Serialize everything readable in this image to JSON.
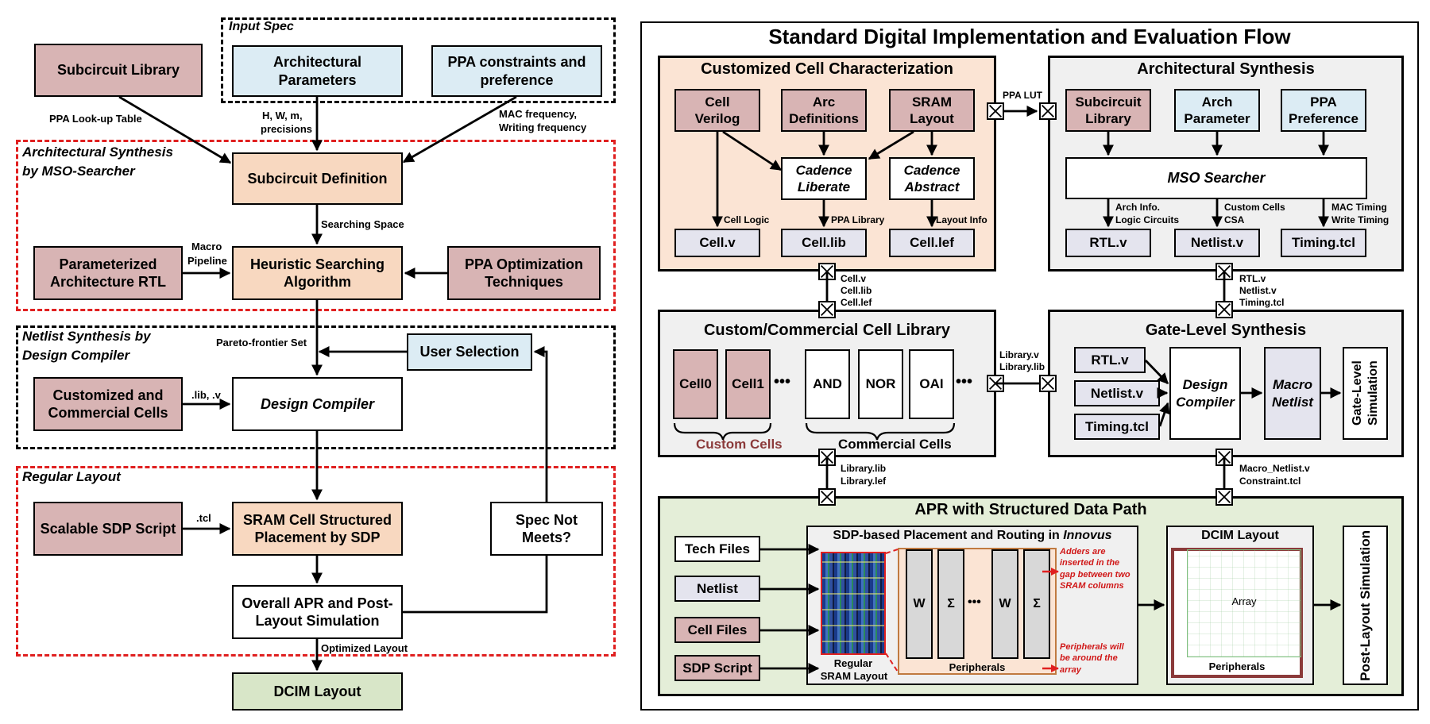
{
  "left": {
    "input_spec_title": "Input Spec",
    "arch_synth_title_1": "Architectural Synthesis",
    "arch_synth_title_2": "by MSO-Searcher",
    "netlist_title_1": "Netlist Synthesis by",
    "netlist_title_2": "Design Compiler",
    "regular_layout_title": "Regular Layout",
    "subcircuit_library": "Subcircuit Library",
    "arch_params_1": "Architectural",
    "arch_params_2": "Parameters",
    "ppa_constraints_1": "PPA constraints and",
    "ppa_constraints_2": "preference",
    "lbl_ppa_lut": "PPA Look-up Table",
    "lbl_hwm_1": "H, W, m,",
    "lbl_hwm_2": "precisions",
    "lbl_mac_1": "MAC frequency,",
    "lbl_mac_2": "Writing frequency",
    "subcircuit_definition": "Subcircuit Definition",
    "lbl_searching_space": "Searching Space",
    "param_arch_rtl_1": "Parameterized",
    "param_arch_rtl_2": "Architecture RTL",
    "lbl_macro_1": "Macro",
    "lbl_macro_2": "Pipeline",
    "heuristic_1": "Heuristic Searching",
    "heuristic_2": "Algorithm",
    "ppa_opt_1": "PPA Optimization",
    "ppa_opt_2": "Techniques",
    "lbl_pareto": "Pareto-frontier Set",
    "user_selection": "User Selection",
    "custom_commercial_1": "Customized and",
    "custom_commercial_2": "Commercial Cells",
    "lbl_lib_v": ".lib, .v",
    "design_compiler": "Design Compiler",
    "scalable_sdp": "Scalable SDP Script",
    "lbl_tcl": ".tcl",
    "sram_placement_1": "SRAM Cell Structured",
    "sram_placement_2": "Placement by SDP",
    "spec_not_1": "Spec Not",
    "spec_not_2": "Meets?",
    "overall_apr_1": "Overall APR and Post-",
    "overall_apr_2": "Layout Simulation",
    "lbl_optimized": "Optimized Layout",
    "dcim_layout": "DCIM Layout"
  },
  "right": {
    "title": "Standard Digital Implementation and Evaluation Flow",
    "ccc_title": "Customized Cell Characterization",
    "cell_verilog_1": "Cell",
    "cell_verilog_2": "Verilog",
    "arc_def_1": "Arc",
    "arc_def_2": "Definitions",
    "sram_layout_1": "SRAM",
    "sram_layout_2": "Layout",
    "cad_lib_1": "Cadence",
    "cad_lib_2": "Liberate",
    "cad_abs_1": "Cadence",
    "cad_abs_2": "Abstract",
    "lbl_cell_logic": "Cell Logic",
    "lbl_ppa_library": "PPA Library",
    "lbl_layout_info": "Layout Info",
    "cell_v": "Cell.v",
    "cell_lib": "Cell.lib",
    "cell_lef": "Cell.lef",
    "lbl_ppa_lut": "PPA LUT",
    "as_title": "Architectural Synthesis",
    "as_subcircuit_1": "Subcircuit",
    "as_subcircuit_2": "Library",
    "as_arch_1": "Arch",
    "as_arch_2": "Parameter",
    "as_ppa_1": "PPA",
    "as_ppa_2": "Preference",
    "mso_searcher": "MSO Searcher",
    "lbl_arch_info_1": "Arch Info.",
    "lbl_arch_info_2": "Logic Circuits",
    "lbl_custom_cells_1": "Custom Cells",
    "lbl_custom_cells_2": "CSA",
    "lbl_mac_timing_1": "MAC Timing",
    "lbl_mac_timing_2": "Write Timing",
    "rtl_v": "RTL.v",
    "netlist_v": "Netlist.v",
    "timing_tcl": "Timing.tcl",
    "lbl_cell_files_1": "Cell.v",
    "lbl_cell_files_2": "Cell.lib",
    "lbl_cell_files_3": "Cell.lef",
    "lbl_rtl_files_1": "RTL.v",
    "lbl_rtl_files_2": "Netlist.v",
    "lbl_rtl_files_3": "Timing.tcl",
    "ccl_title": "Custom/Commercial Cell Library",
    "cell0": "Cell0",
    "cell1": "Cell1",
    "dots": "•••",
    "and": "AND",
    "nor": "NOR",
    "oai": "OAI",
    "custom_cells": "Custom Cells",
    "commercial_cells": "Commercial Cells",
    "lbl_library_1": "Library.v",
    "lbl_library_2": "Library.lib",
    "gls_title": "Gate-Level Synthesis",
    "gls_rtl": "RTL.v",
    "gls_netlist": "Netlist.v",
    "gls_timing": "Timing.tcl",
    "gls_dc_1": "Design",
    "gls_dc_2": "Compiler",
    "gls_macro_1": "Macro",
    "gls_macro_2": "Netlist",
    "gls_sim": "Gate-Level Simulation",
    "lbl_lib_lef_1": "Library.lib",
    "lbl_lib_lef_2": "Library.lef",
    "lbl_macro_netlist_1": "Macro_Netlist.v",
    "lbl_macro_netlist_2": "Constraint.tcl",
    "apr_title": "APR with Structured Data Path",
    "tech_files": "Tech Files",
    "netlist": "Netlist",
    "cell_files": "Cell Files",
    "sdp_script": "SDP Script",
    "sdp_title_1": "SDP-based Placement and Routing in ",
    "sdp_title_2": "Innovus",
    "regular_sram_1": "Regular",
    "regular_sram_2": "SRAM Layout",
    "w": "W",
    "sigma": "Σ",
    "peripherals": "Peripherals",
    "note_adders_1": "Adders are",
    "note_adders_2": "inserted in the",
    "note_adders_3": "gap between two",
    "note_adders_4": "SRAM columns",
    "note_periph_1": "Peripherals will",
    "note_periph_2": "be around the",
    "note_periph_3": "array",
    "dcim_title": "DCIM Layout",
    "array": "Array",
    "dcim_periph": "Peripherals",
    "post_layout_sim": "Post-Layout Simulation"
  }
}
